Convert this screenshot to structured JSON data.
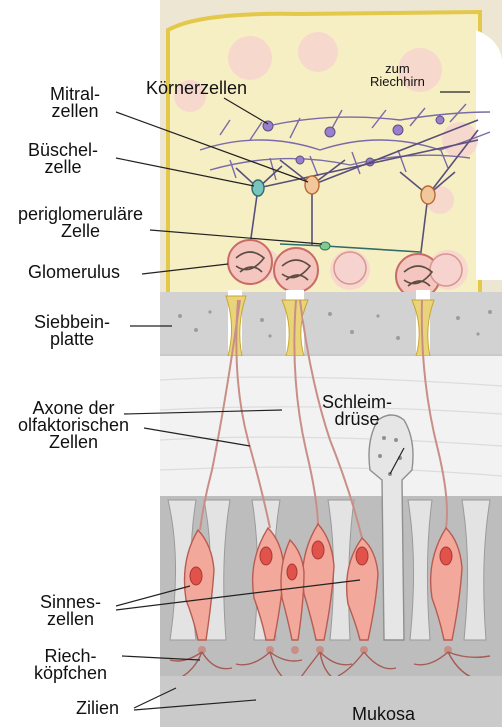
{
  "labels": {
    "mitralzellen": "Mitral-\nzellen",
    "koernerzellen": "Körnerzellen",
    "zum_riechhirn": "zum\nRiechhirn",
    "bueschelzelle": "Büschel-\nzelle",
    "periglomerulaere_zelle": "periglomeruläre\nZelle",
    "glomerulus": "Glomerulus",
    "siebbeinplatte": "Siebbein-\nplatte",
    "axone": "Axone der\nolfaktorischen\nZellen",
    "schleimdruese": "Schleim-\ndrüse",
    "sinneszellen": "Sinnes-\nzellen",
    "riechkoepfchen": "Riech-\nköpfchen",
    "zilien": "Zilien",
    "mukosa": "Mukosa"
  },
  "colors": {
    "bulb_fill": "#f7efc4",
    "bulb_border": "#e3c84a",
    "bone": "#d6d6d6",
    "sensory_cell": "#f2a89a",
    "nucleus": "#e0524a",
    "axon": "#c98f86",
    "neuron_dendrite": "#5a4f7a",
    "mucosa_bg": "#c8c8c8"
  }
}
